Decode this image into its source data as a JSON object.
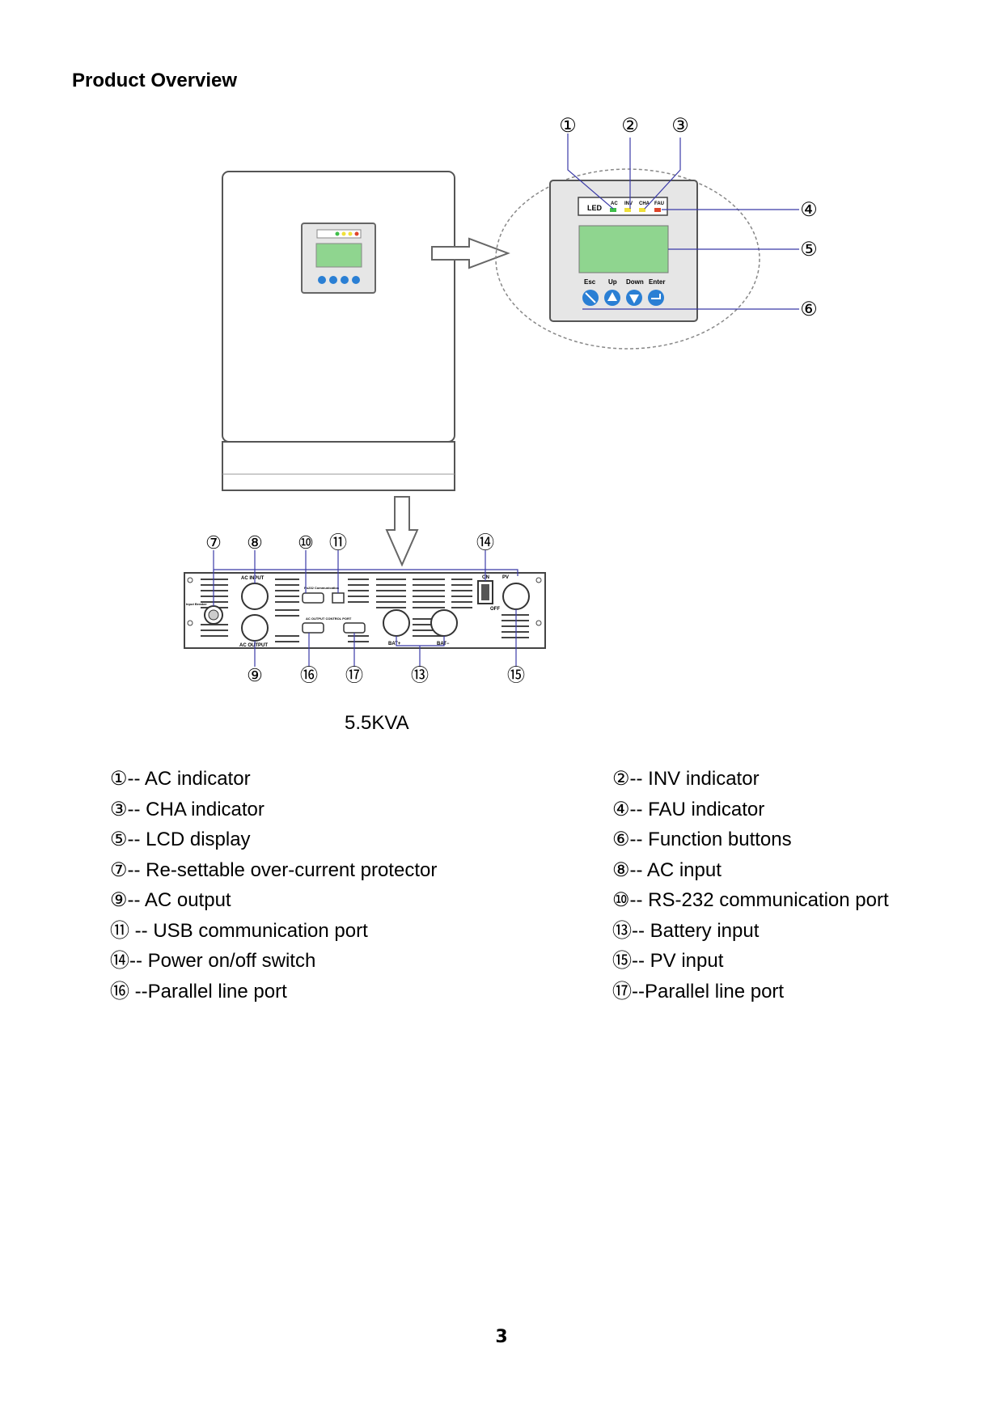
{
  "section_title": "Product Overview",
  "figure": {
    "model_label": "5.5KVA",
    "callout_numbers": [
      "①",
      "②",
      "③",
      "④",
      "⑤",
      "⑥",
      "⑦",
      "⑧",
      "⑨",
      "⑩",
      "⑪",
      "⑬",
      "⑭",
      "⑮",
      "⑯",
      "⑰"
    ],
    "panel_labels": {
      "led": "LED",
      "ac": "AC",
      "inv": "INV",
      "cha": "CHA",
      "fau": "FAU",
      "esc": "Esc",
      "up": "Up",
      "down": "Down",
      "enter": "Enter"
    },
    "rear_labels": {
      "ac_input": "AC INPUT",
      "ac_output": "AC OUTPUT",
      "rs232": "Rs232 Communication",
      "ac_output_control": "AC OUTPUT CONTROL PORT",
      "input_breaker": "Input Breaker",
      "on": "ON",
      "off": "OFF",
      "pv": "PV",
      "bat_plus": "BAT+",
      "bat_minus": "BAT−"
    },
    "colors": {
      "panel_bg": "#e6e6e6",
      "lcd": "#8fd58f",
      "button": "#2a7fd4",
      "led_ac": "#3fbf4a",
      "led_inv": "#f0e13a",
      "led_cha": "#f0e13a",
      "led_fau": "#e0452a",
      "line": "#3b3ba8"
    }
  },
  "legend": {
    "left": [
      "①-- AC indicator",
      "③-- CHA indicator",
      "⑤-- LCD display",
      "⑦-- Re-settable over-current protector",
      "⑨-- AC output",
      "⑪ -- USB communication port",
      "⑭-- Power on/off switch",
      "⑯ --Parallel line port"
    ],
    "right": [
      "②-- INV indicator",
      "④-- FAU indicator",
      "⑥-- Function buttons",
      "⑧-- AC input",
      "⑩-- RS-232 communication port",
      "⑬-- Battery input",
      "⑮-- PV input",
      "⑰--Parallel line port"
    ]
  },
  "page_number": "3"
}
